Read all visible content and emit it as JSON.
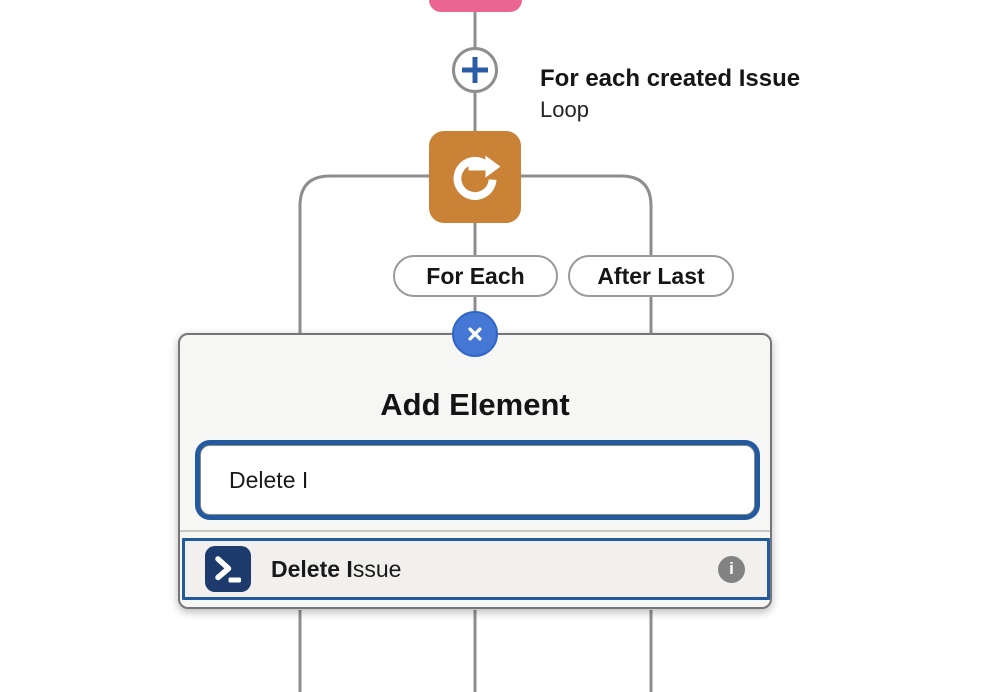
{
  "colors": {
    "accent_pink": "#eb6593",
    "accent_orange": "#c98236",
    "node_navy": "#1c3a6b",
    "blue_circle": "#4478d4",
    "focus_blue": "#235a9e",
    "connector_gray": "#8e8e8e",
    "text_dark": "#181818"
  },
  "canvas": {
    "loop_label": {
      "title": "For each created Issue",
      "subtitle": "Loop"
    },
    "branch_left": "For Each",
    "branch_right": "After Last"
  },
  "popup": {
    "title": "Add Element",
    "search_value": "Delete I",
    "result": {
      "match": "Delete I",
      "rest": "ssue"
    }
  },
  "icons": {
    "info": "i"
  }
}
